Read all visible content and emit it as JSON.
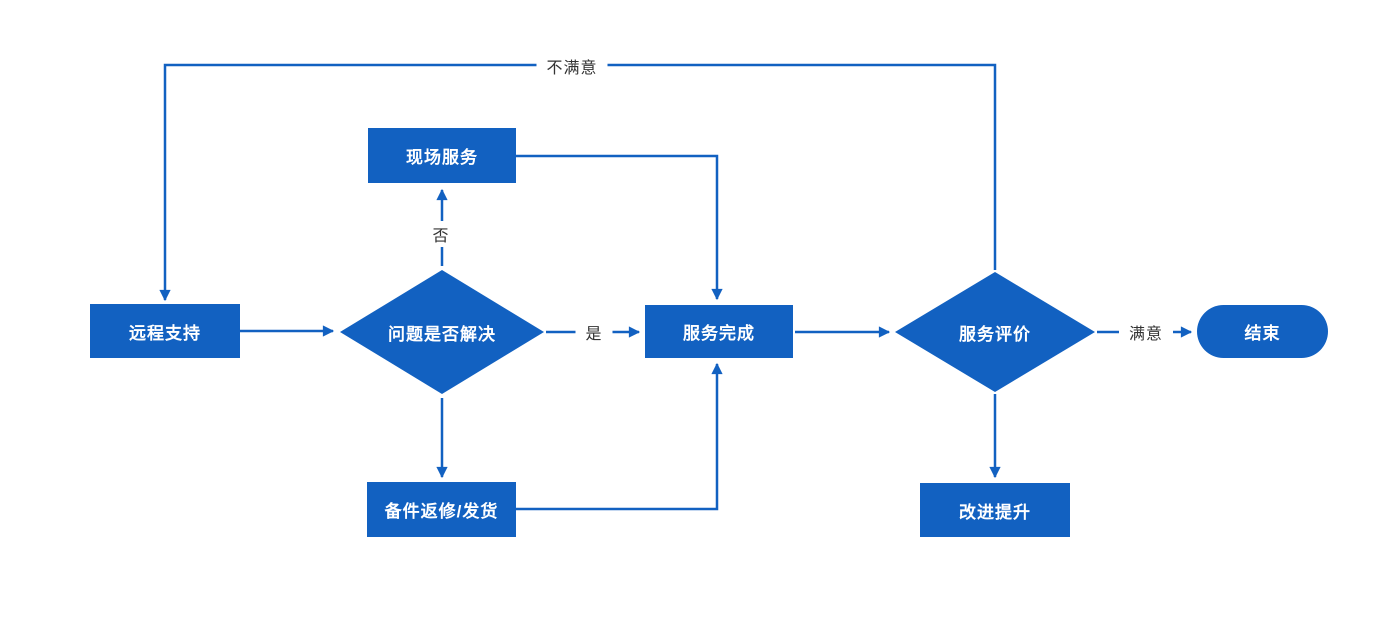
{
  "diagram": {
    "accent_color": "#1261C1",
    "background_color": "#FFFFFF",
    "nodes": {
      "remote_support": {
        "label": "远程支持",
        "shape": "rectangle"
      },
      "problem_solved": {
        "label": "问题是否解决",
        "shape": "diamond"
      },
      "onsite_service": {
        "label": "现场服务",
        "shape": "rectangle"
      },
      "service_complete": {
        "label": "服务完成",
        "shape": "rectangle"
      },
      "parts_repair_ship": {
        "label": "备件返修/发货",
        "shape": "rectangle"
      },
      "service_evaluation": {
        "label": "服务评价",
        "shape": "diamond"
      },
      "end": {
        "label": "结束",
        "shape": "terminator"
      },
      "improvement": {
        "label": "改进提升",
        "shape": "rectangle"
      }
    },
    "edge_labels": {
      "not_satisfied": "不满意",
      "no": "否",
      "yes": "是",
      "satisfied": "满意"
    },
    "edges": [
      {
        "from": "remote_support",
        "to": "problem_solved"
      },
      {
        "from": "problem_solved",
        "to": "onsite_service",
        "label": "否"
      },
      {
        "from": "problem_solved",
        "to": "service_complete",
        "label": "是"
      },
      {
        "from": "problem_solved",
        "to": "parts_repair_ship"
      },
      {
        "from": "onsite_service",
        "to": "service_complete"
      },
      {
        "from": "parts_repair_ship",
        "to": "service_complete"
      },
      {
        "from": "service_complete",
        "to": "service_evaluation"
      },
      {
        "from": "service_evaluation",
        "to": "end",
        "label": "满意"
      },
      {
        "from": "service_evaluation",
        "to": "improvement"
      },
      {
        "from": "service_evaluation",
        "to": "remote_support",
        "label": "不满意"
      }
    ]
  }
}
